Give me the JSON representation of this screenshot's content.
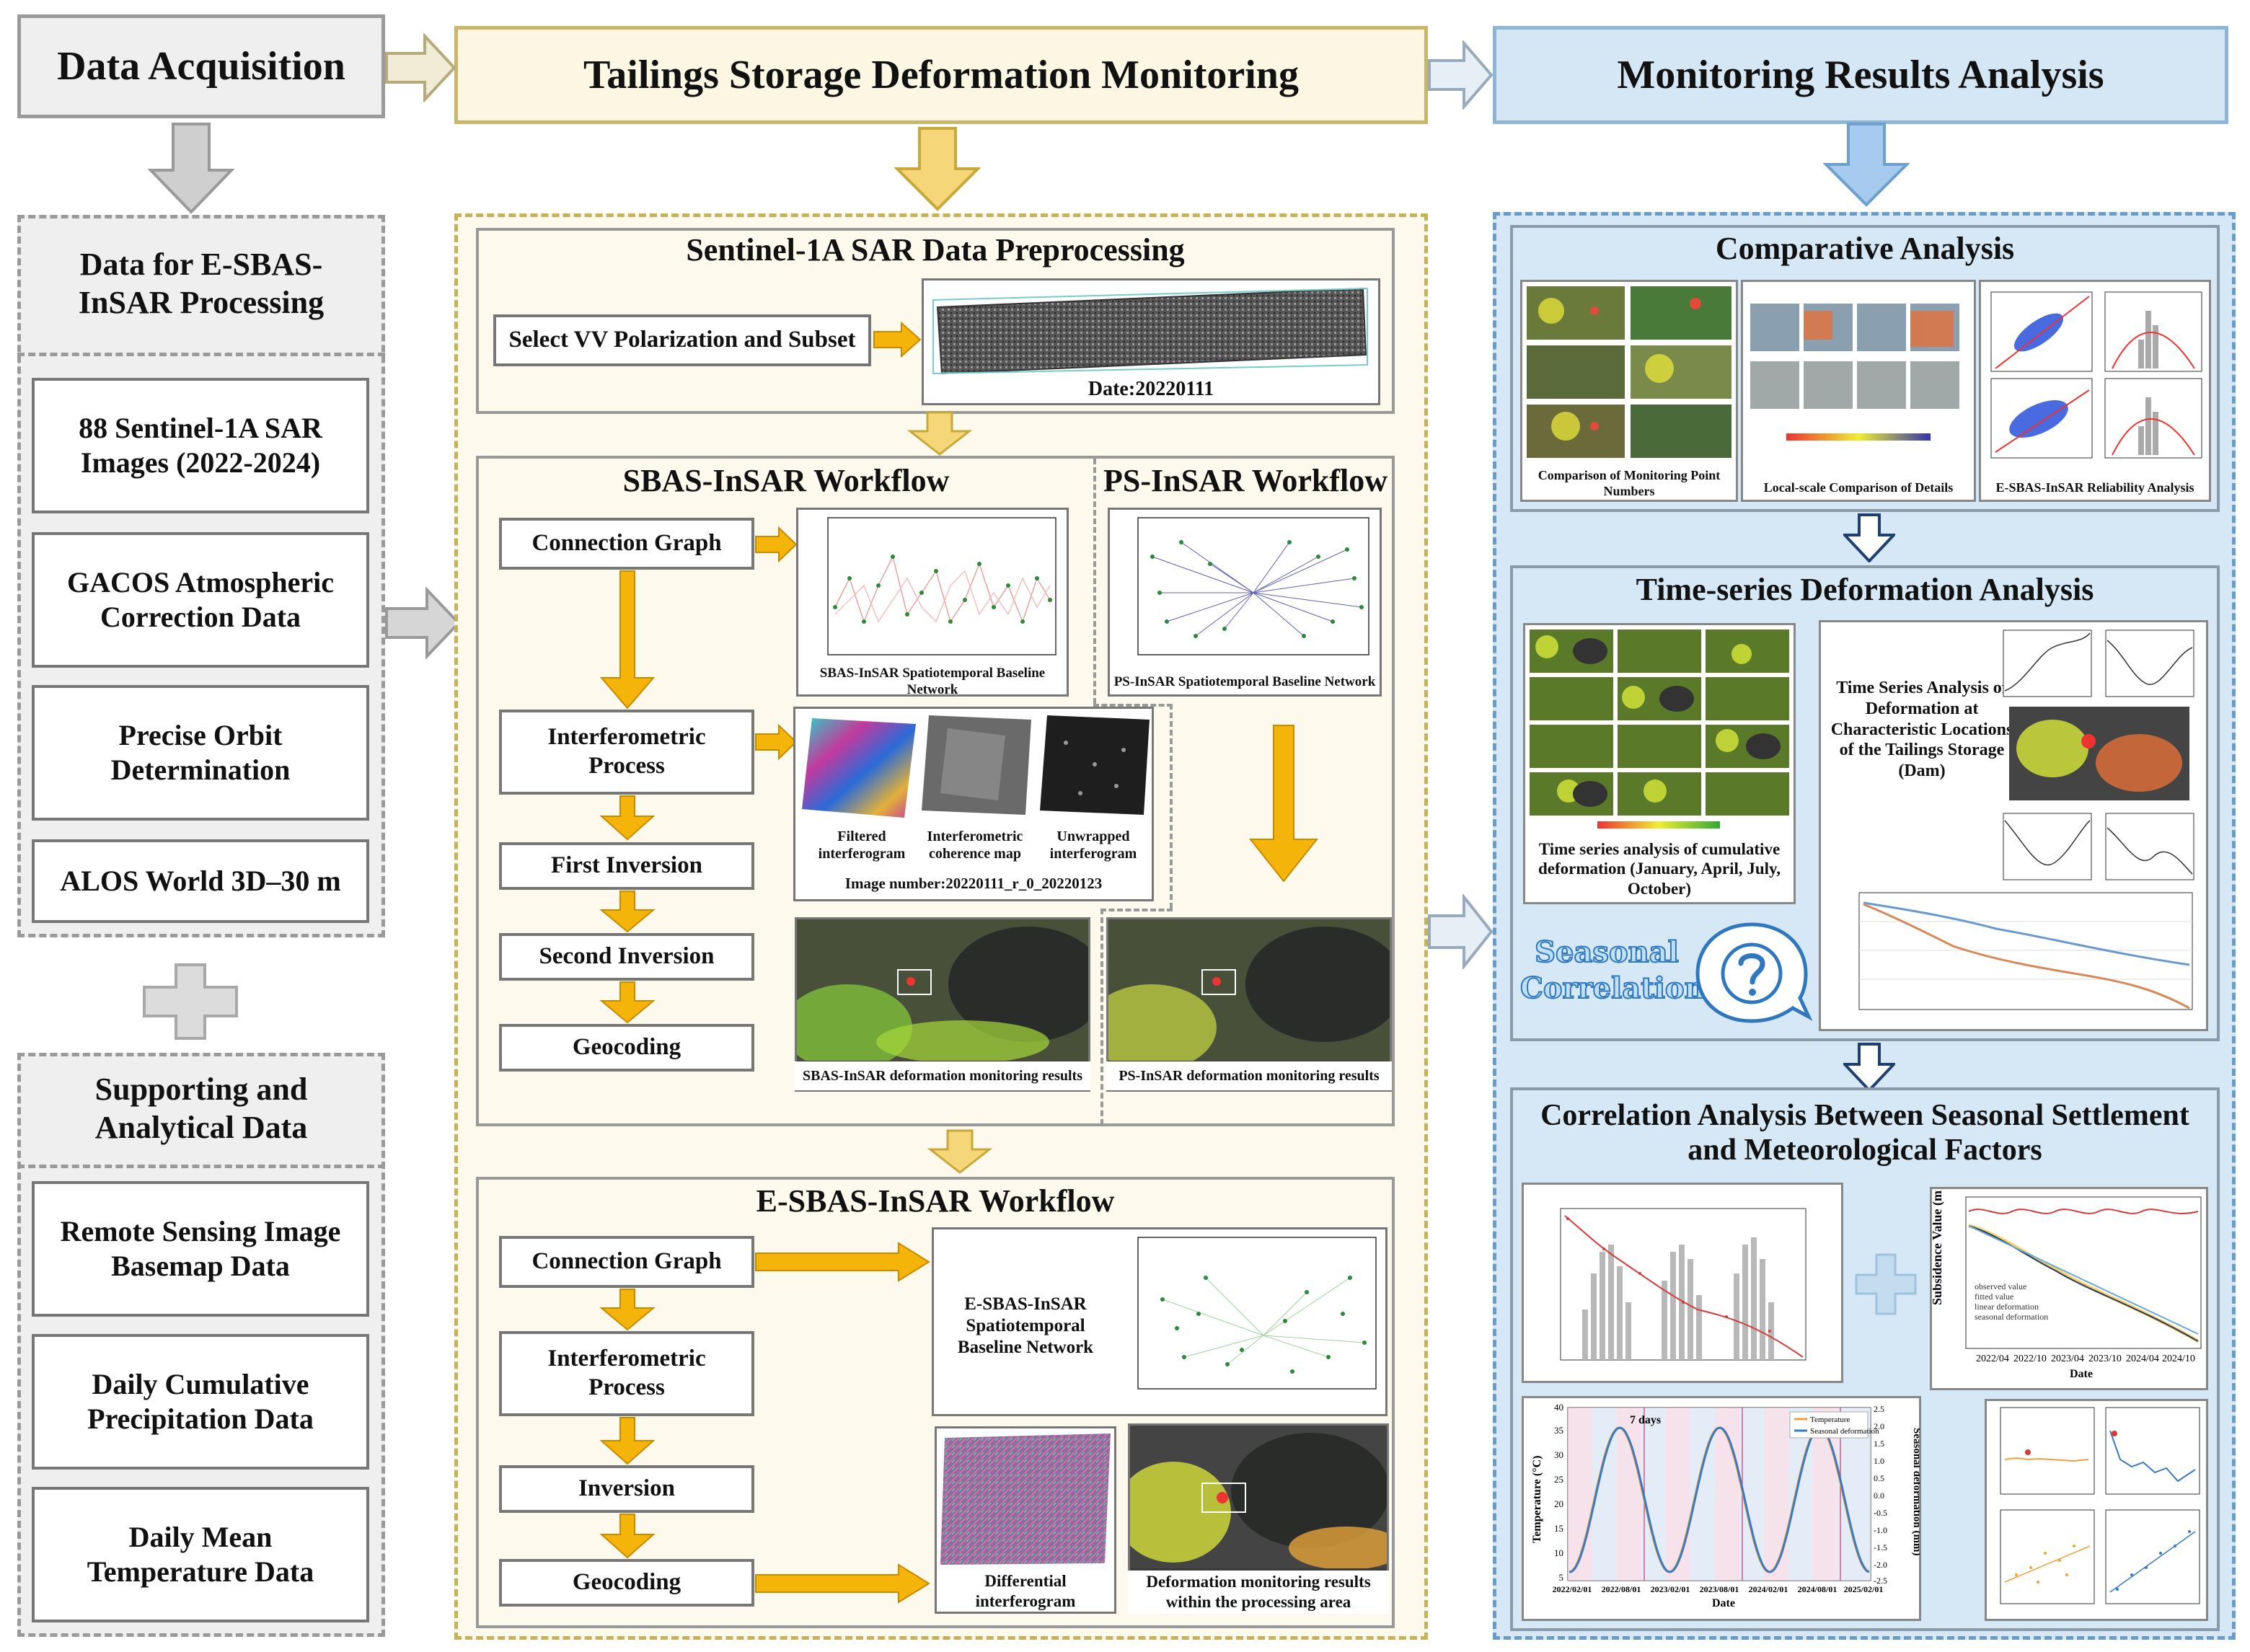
{
  "headers": {
    "data_acquisition": "Data Acquisition",
    "deformation_monitoring": "Tailings Storage Deformation Monitoring",
    "results_analysis": "Monitoring Results Analysis"
  },
  "data_acquisition": {
    "esbas_title": "Data for E-SBAS-InSAR Processing",
    "esbas_items": [
      "88 Sentinel-1A SAR Images (2022-2024)",
      "GACOS Atmospheric Correction Data",
      "Precise Orbit Determination",
      "ALOS World 3D–30 m"
    ],
    "supporting_title": "Supporting and Analytical Data",
    "supporting_items": [
      "Remote Sensing Image Basemap Data",
      "Daily Cumulative Precipitation Data",
      "Daily Mean Temperature Data"
    ]
  },
  "preprocessing": {
    "title": "Sentinel-1A SAR Data Preprocessing",
    "step": "Select VV Polarization and Subset",
    "date_caption": "Date:20220111"
  },
  "sbas": {
    "title": "SBAS-InSAR Workflow",
    "steps": [
      "Connection Graph",
      "Interferometric Process",
      "First Inversion",
      "Second Inversion",
      "Geocoding"
    ],
    "baseline_caption": "SBAS-InSAR Spatiotemporal Baseline Network",
    "ifg_captions": [
      "Filtered interferogram",
      "Interferometric coherence map",
      "Unwrapped interferogram"
    ],
    "image_number": "Image number:20220111_r_0_20220123",
    "result_caption": "SBAS-InSAR deformation monitoring results"
  },
  "ps": {
    "title": "PS-InSAR Workflow",
    "baseline_caption": "PS-InSAR Spatiotemporal Baseline Network",
    "result_caption": "PS-InSAR deformation monitoring results"
  },
  "esbas": {
    "title": "E-SBAS-InSAR Workflow",
    "steps": [
      "Connection Graph",
      "Interferometric Process",
      "Inversion",
      "Geocoding"
    ],
    "baseline_label": "E-SBAS-InSAR Spatiotemporal Baseline Network",
    "diff_caption": "Differential interferogram",
    "result_caption": "Deformation monitoring results within the processing area"
  },
  "comparative": {
    "title": "Comparative Analysis",
    "captions": [
      "Comparison of Monitoring Point Numbers",
      "Local-scale Comparison of Details",
      "E-SBAS-InSAR Reliability Analysis"
    ]
  },
  "timeseries": {
    "title": "Time-series Deformation Analysis",
    "cumulative_caption": "Time series analysis of cumulative deformation (January, April, July, October)",
    "seasonal_label": "Seasonal Correlation",
    "characteristic_label": "Time Series Analysis of Deformation at Characteristic Locations of the Tailings Storage (Dam)"
  },
  "correlation": {
    "title": "Correlation Analysis Between Seasonal Settlement and Meteorological Factors",
    "subsidence_ylabel": "Subsidence Value (mm)",
    "subsidence_xlabel": "Date",
    "subsidence_ticks": [
      "2022/04",
      "2022/10",
      "2023/04",
      "2023/10",
      "2024/04",
      "2024/10"
    ],
    "subsidence_legend": [
      "observed value",
      "fitted value",
      "linear deformation",
      "seasonal deformation"
    ],
    "temp_ylabel": "Temperature (°C)",
    "temp_y2label": "Seasonal deformation (mm)",
    "temp_xlabel": "Date",
    "temp_xticks": [
      "2022/02/01",
      "2022/08/01",
      "2023/02/01",
      "2023/08/01",
      "2024/02/01",
      "2024/08/01",
      "2025/02/01"
    ],
    "temp_yticks": [
      "5",
      "10",
      "15",
      "20",
      "25",
      "30",
      "35",
      "40"
    ],
    "temp_y2ticks": [
      "2.5",
      "2.0",
      "1.5",
      "1.0",
      "0.5",
      "0.0",
      "-0.5",
      "-1.0",
      "-1.5",
      "-2.0",
      "-2.5"
    ],
    "temp_legend": [
      "Temperature",
      "Seasonal deformation"
    ],
    "lag_label": "7 days"
  },
  "colors": {
    "arrow_gray": "#c8c8c8",
    "arrow_yellow": "#f5d77a",
    "arrow_blue": "#a7cbef",
    "step_arrow": "#f5b40a",
    "blue_panel": "#d6e8f6",
    "yellow_panel": "#fdf9ec"
  }
}
